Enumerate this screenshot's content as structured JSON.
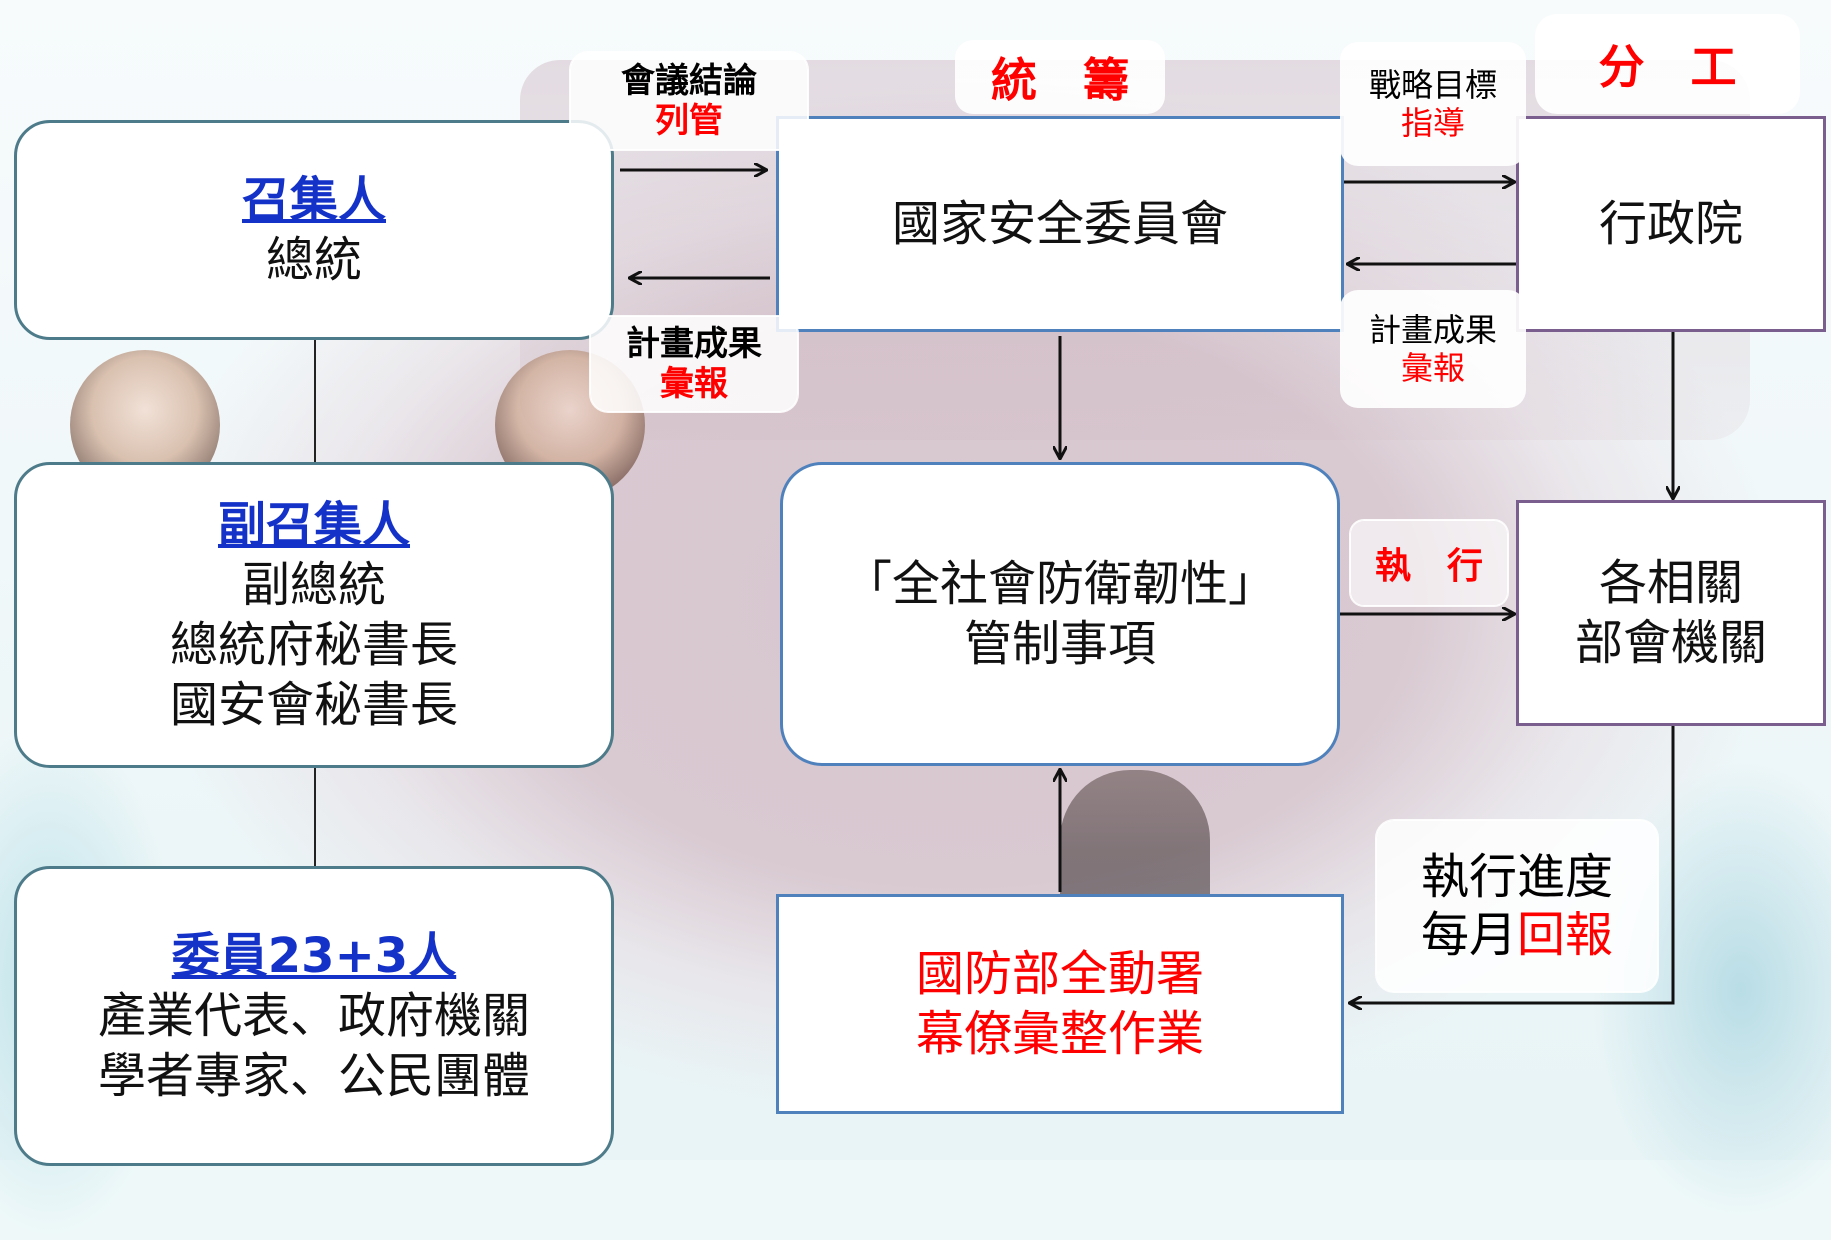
{
  "header": {
    "coordinate_label": "統　籌",
    "division_label": "分　工"
  },
  "left_column": {
    "convener": {
      "title": "召集人",
      "lines": [
        "總統"
      ]
    },
    "vice_convener": {
      "title": "副召集人",
      "lines": [
        "副總統",
        "總統府秘書長",
        "國安會秘書長"
      ]
    },
    "members": {
      "title": "委員23+3人",
      "lines": [
        "產業代表、政府機關",
        "學者專家、公民團體"
      ]
    }
  },
  "center_column": {
    "nsc": "國家安全委員會",
    "control_items": [
      "「全社會防衛韌性」",
      "管制事項"
    ],
    "mod_staff": [
      "國防部全動署",
      "幕僚彙整作業"
    ]
  },
  "right_column": {
    "executive_yuan": "行政院",
    "agencies": [
      "各相關",
      "部會機關"
    ]
  },
  "annotations": {
    "meeting_conclusion": {
      "line1": "會議結論",
      "line2": "列管"
    },
    "plan_results_left": {
      "line1": "計畫成果",
      "line2": "彙報"
    },
    "strategy_goal": {
      "line1": "戰略目標",
      "line2": "指導"
    },
    "plan_results_right": {
      "line1": "計畫成果",
      "line2": "彙報"
    },
    "execute": "執　行",
    "progress": {
      "line1": "執行進度",
      "line2a": "每月",
      "line2b": "回報"
    }
  },
  "colors": {
    "accent_red": "#ff0000",
    "title_blue": "#1432c8",
    "box_border_teal": "#4e7b8a",
    "box_border_blue": "#4f81bd",
    "box_border_purple": "#7a5f8e"
  }
}
